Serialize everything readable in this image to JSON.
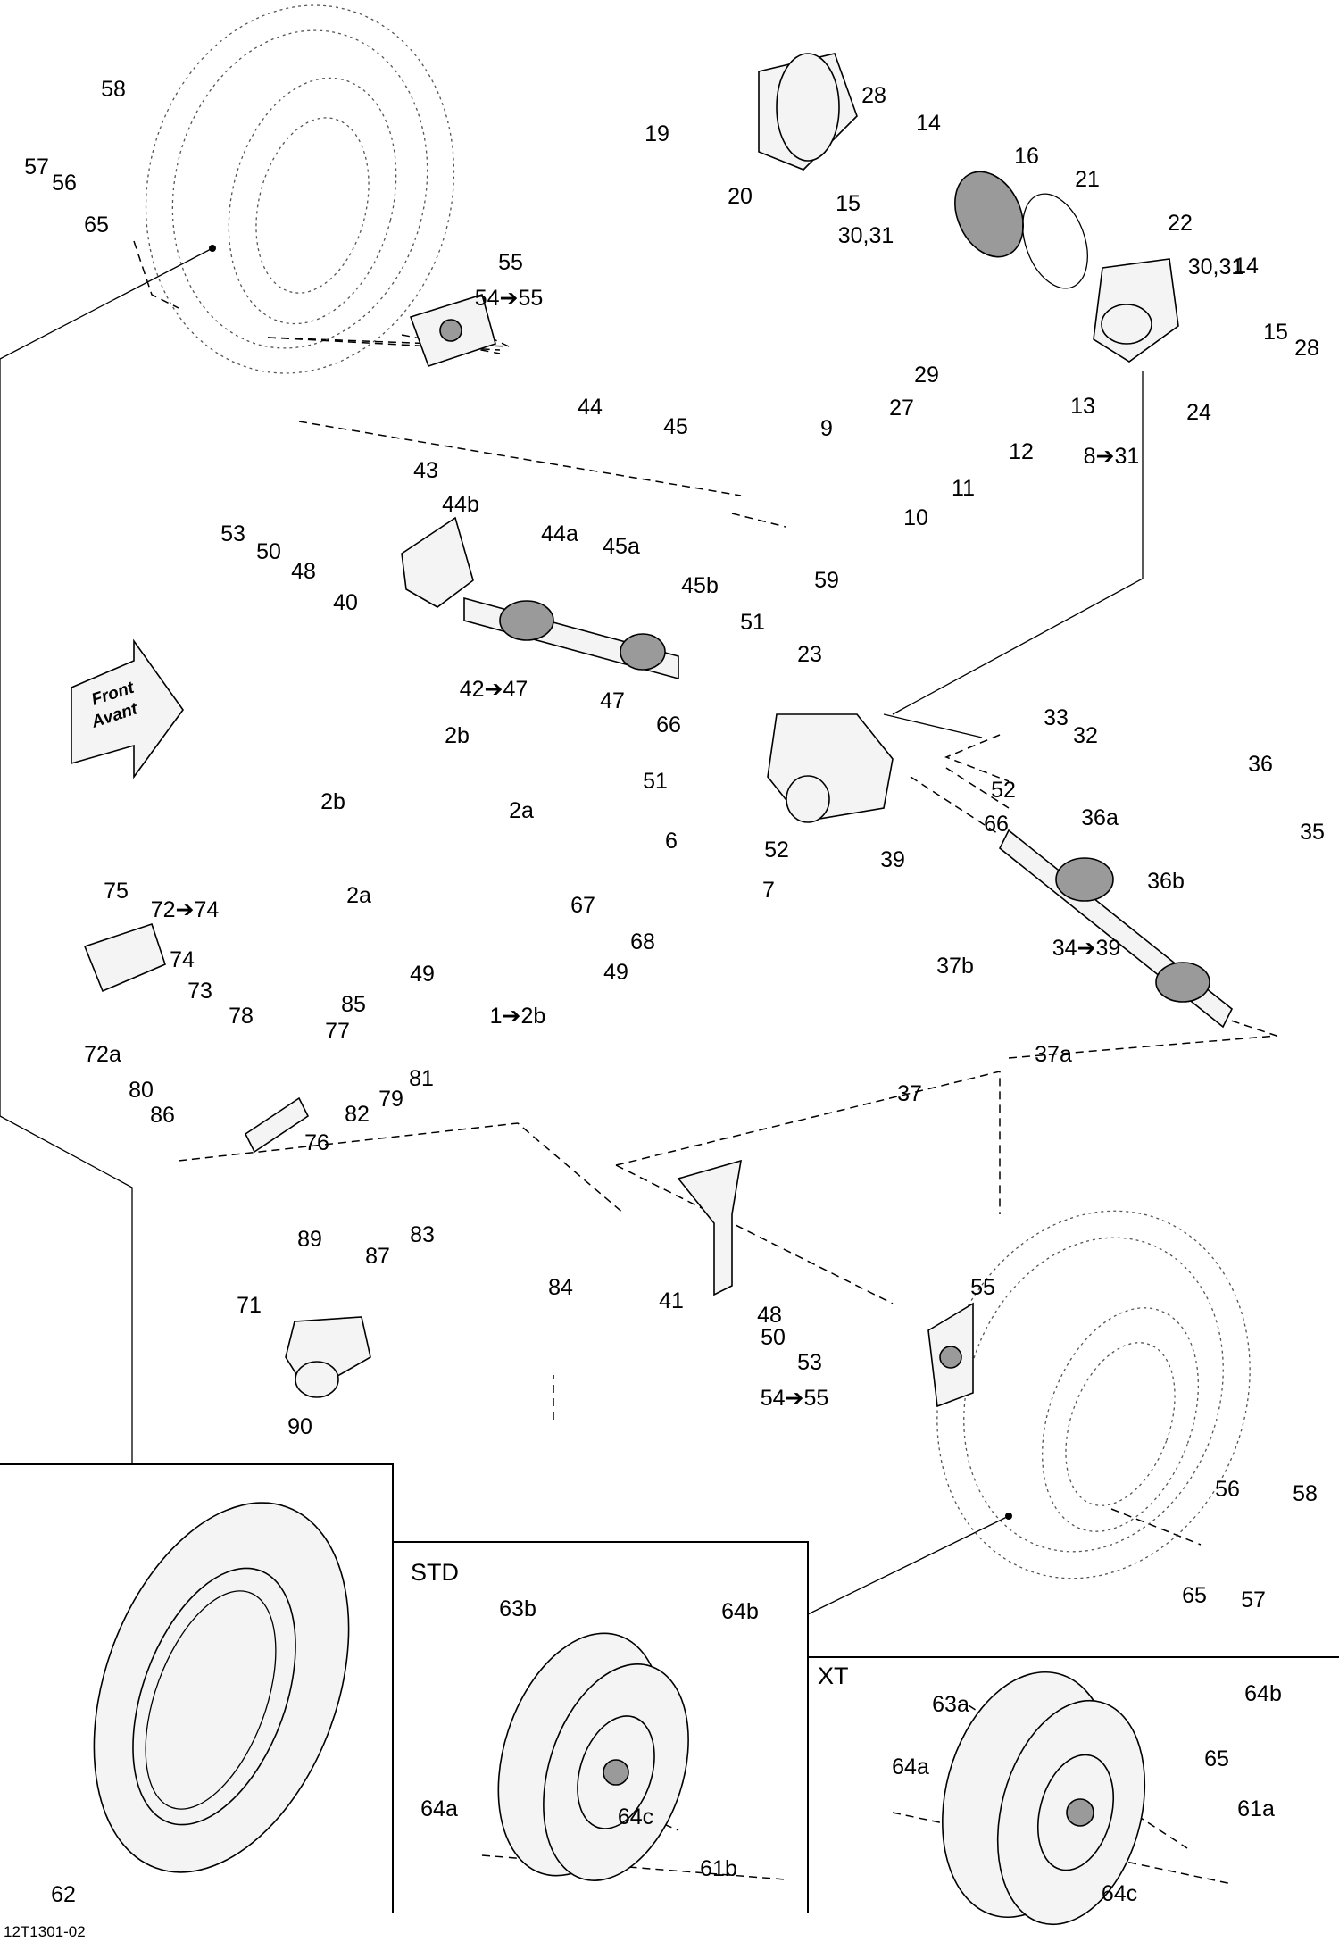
{
  "diagram": {
    "reference_code": "12T1301-02",
    "direction_badge": [
      "Front",
      "Avant"
    ],
    "insets": {
      "std_title": "STD",
      "xt_title": "XT"
    },
    "callouts": [
      "58",
      "57",
      "56",
      "65",
      "55",
      "54➔55",
      "19",
      "28",
      "14",
      "20",
      "15",
      "30,31",
      "16",
      "21",
      "22",
      "30,31",
      "14",
      "15",
      "28",
      "24",
      "13",
      "29",
      "27",
      "12",
      "9",
      "10",
      "11",
      "8➔31",
      "44",
      "45",
      "43",
      "44b",
      "44a",
      "45a",
      "45b",
      "53",
      "50",
      "48",
      "40",
      "59",
      "42➔47",
      "51",
      "23",
      "47",
      "66",
      "33",
      "32",
      "36",
      "36a",
      "35",
      "2b",
      "2b",
      "2a",
      "2a",
      "51",
      "52",
      "6",
      "66",
      "52",
      "7",
      "39",
      "36b",
      "67",
      "68",
      "49",
      "49",
      "1➔2b",
      "34➔39",
      "37b",
      "37a",
      "37",
      "75",
      "72➔74",
      "74",
      "73",
      "72a",
      "78",
      "77",
      "85",
      "81",
      "80",
      "79",
      "82",
      "86",
      "76",
      "89",
      "87",
      "83",
      "84",
      "71",
      "90",
      "41",
      "48",
      "50",
      "53",
      "55",
      "54➔55",
      "56",
      "58",
      "65",
      "57",
      "62",
      "63b",
      "64b",
      "64a",
      "64c",
      "61b",
      "63a",
      "64b",
      "64a",
      "65",
      "61a",
      "64c"
    ]
  }
}
